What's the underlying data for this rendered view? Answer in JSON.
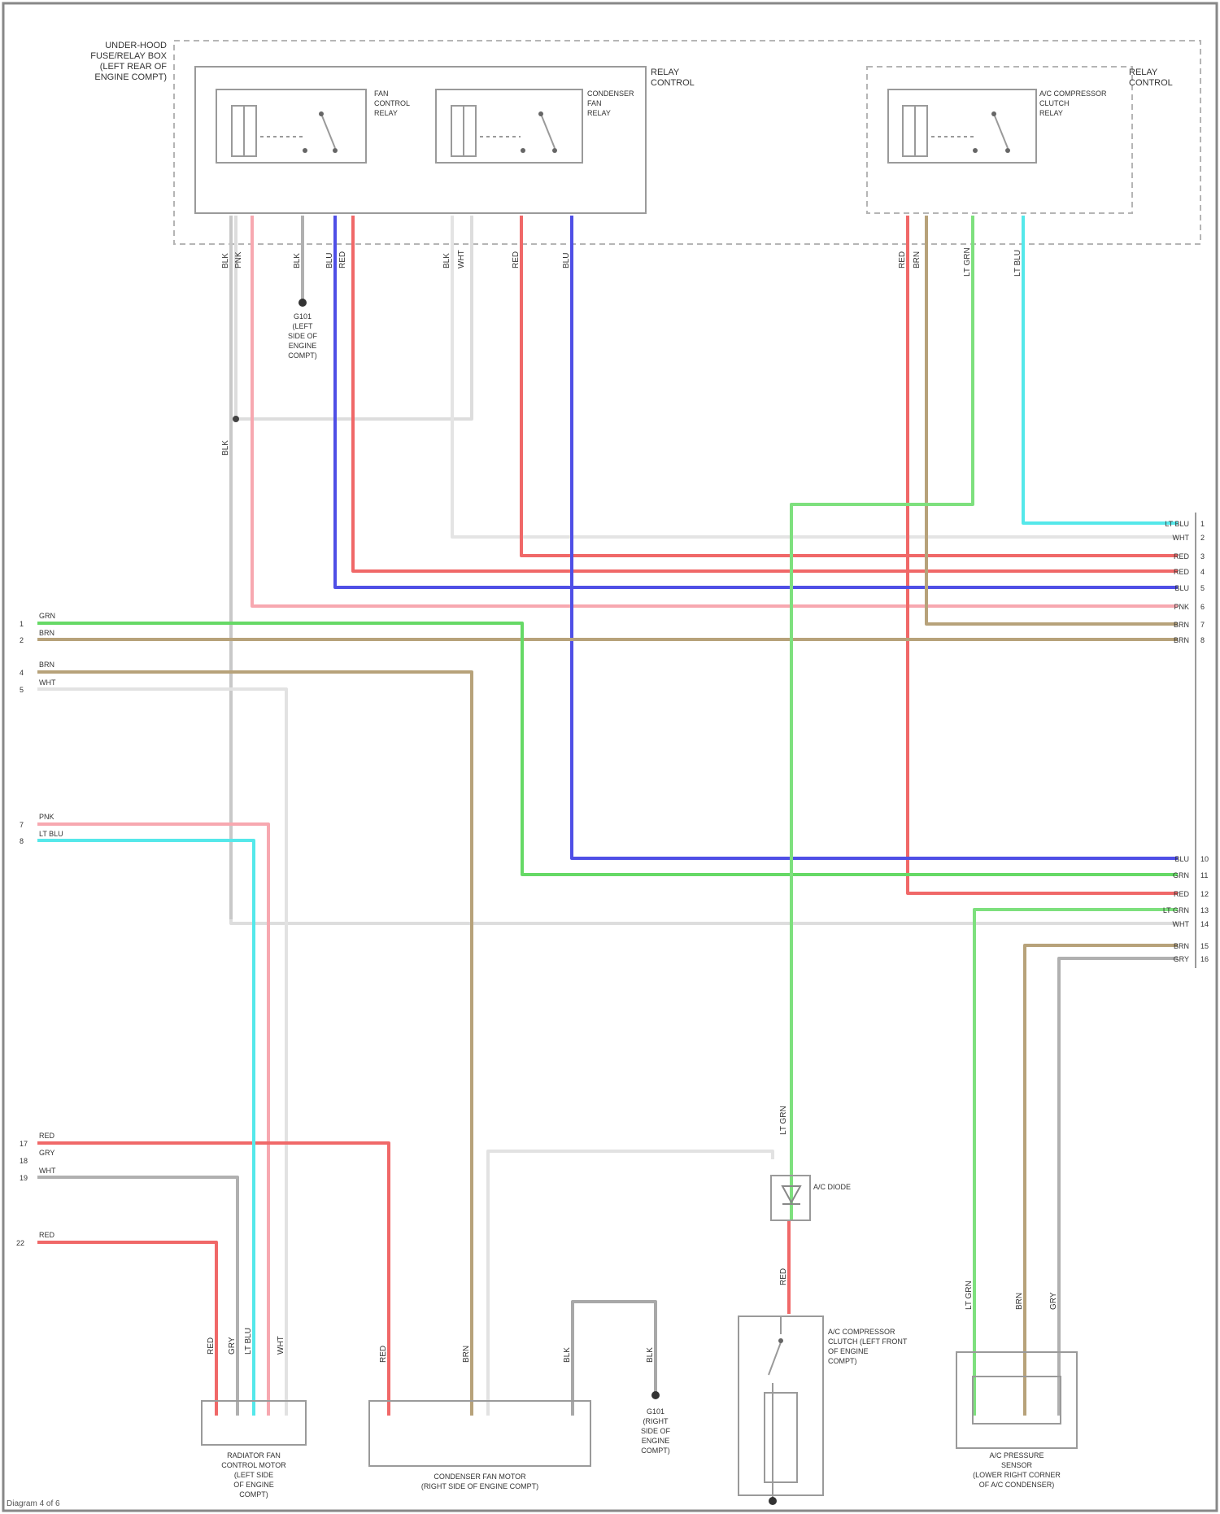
{
  "colors": {
    "red": "#f06868",
    "pink": "#f7a8b0",
    "blue": "#4f4fe6",
    "green": "#66d966",
    "cyan": "#55e8ea",
    "tan": "#b7a27a",
    "gray": "#b0b0b0",
    "light": "#dddddd"
  },
  "components": {
    "fuse_box": {
      "label_lines": [
        "UNDER-HOOD",
        "FUSE/RELAY BOX",
        "(LEFT REAR OF",
        "ENGINE COMPT)"
      ]
    },
    "relay_group_1": {
      "label_lines": [
        "RELAY",
        "CONTROL"
      ]
    },
    "relay_group_2": {
      "label_lines": [
        "RELAY",
        "CONTROL"
      ]
    },
    "fan_relay": {
      "label_lines": [
        "FAN",
        "CONTROL",
        "RELAY"
      ]
    },
    "condenser_relay": {
      "label_lines": [
        "CONDENSER",
        "FAN",
        "RELAY"
      ]
    },
    "compressor_relay": {
      "label_lines": [
        "A/C COMPRESSOR",
        "CLUTCH",
        "RELAY"
      ]
    },
    "ground_a": {
      "label_lines": [
        "G101",
        "(LEFT",
        "SIDE OF",
        "ENGINE",
        "COMPT)"
      ]
    },
    "radiator_fan": {
      "label_lines": [
        "RADIATOR FAN",
        "CONTROL MOTOR",
        "(LEFT SIDE",
        "OF ENGINE",
        "COMPT)"
      ]
    },
    "condenser_fan": {
      "label_lines": [
        "CONDENSER FAN MOTOR",
        "(RIGHT SIDE OF ENGINE COMPT)"
      ]
    },
    "ground_b": {
      "label_lines": [
        "G101",
        "(RIGHT",
        "SIDE OF",
        "ENGINE",
        "COMPT)"
      ]
    },
    "diode_label": "A/C DIODE",
    "clutch": {
      "label_lines": [
        "A/C COMPRESSOR",
        "CLUTCH (LEFT FRONT",
        "OF ENGINE",
        "COMPT)"
      ]
    },
    "pressure_sensor": {
      "label_lines": [
        "A/C PRESSURE",
        "SENSOR",
        "(LOWER RIGHT CORNER",
        "OF A/C CONDENSER)"
      ]
    }
  },
  "left_connector": {
    "rows": [
      {
        "pin": "1",
        "code": "GRN"
      },
      {
        "pin": "2",
        "code": "BRN"
      },
      {
        "pin": "4",
        "code": "BRN"
      },
      {
        "pin": "5",
        "code": "WHT"
      },
      {
        "pin": "7",
        "code": "PNK"
      },
      {
        "pin": "8",
        "code": "LT BLU"
      },
      {
        "pin": "17",
        "code": "RED"
      },
      {
        "pin": "18",
        "code": "GRY"
      },
      {
        "pin": "19",
        "code": "WHT"
      },
      {
        "pin": "22",
        "code": "RED"
      }
    ]
  },
  "right_connector": {
    "rows": [
      {
        "pin": "1",
        "code": "LT BLU"
      },
      {
        "pin": "2",
        "code": "WHT"
      },
      {
        "pin": "3",
        "code": "RED"
      },
      {
        "pin": "4",
        "code": "RED"
      },
      {
        "pin": "5",
        "code": "BLU"
      },
      {
        "pin": "6",
        "code": "PNK"
      },
      {
        "pin": "7",
        "code": "BRN"
      },
      {
        "pin": "8",
        "code": "BRN"
      },
      {
        "pin": "10",
        "code": "BLU"
      },
      {
        "pin": "11",
        "code": "GRN"
      },
      {
        "pin": "12",
        "code": "RED"
      },
      {
        "pin": "13",
        "code": "LT GRN"
      },
      {
        "pin": "14",
        "code": "WHT"
      },
      {
        "pin": "15",
        "code": "BRN"
      },
      {
        "pin": "16",
        "code": "GRY"
      }
    ]
  },
  "wire_codes": {
    "a1": "BLK",
    "a2": "PNK",
    "a3": "BLK",
    "a4": "BLU",
    "a5": "RED",
    "b1": "BLK",
    "b2": "WHT",
    "b3": "RED",
    "b4": "BLU",
    "c1": "RED",
    "c2": "BRN",
    "c3": "LT GRN",
    "c4": "LT BLU",
    "blk": "BLK",
    "d_top": "LT GRN",
    "d_bot": "RED",
    "e1": "RED",
    "e2": "GRY",
    "e3": "LT BLU",
    "e4": "WHT",
    "f1": "RED",
    "f2": "BRN",
    "f3": "BLK",
    "f4": "BLK",
    "g1": "LT GRN",
    "g2": "BRN",
    "g3": "GRY"
  },
  "footer": "Diagram 4 of 6"
}
